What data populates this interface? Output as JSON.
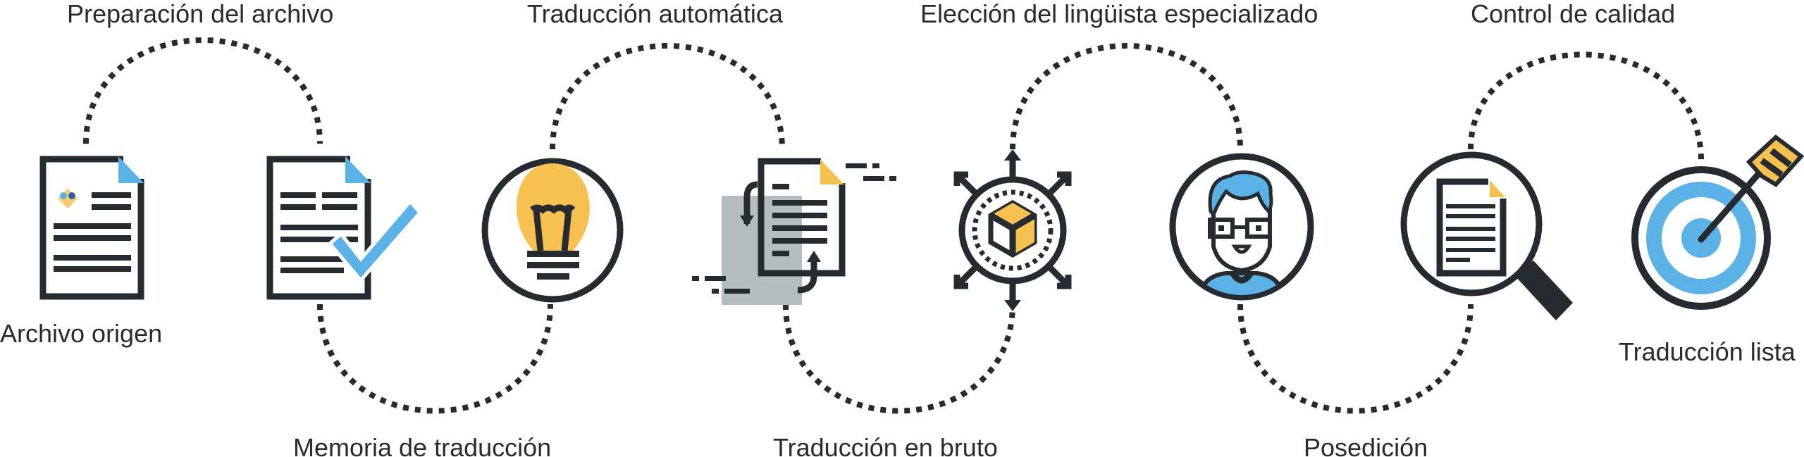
{
  "steps": {
    "top": [
      "Preparación del archivo",
      "Traducción automática",
      "Elección del lingüista especializado",
      "Control de calidad"
    ],
    "bottom": [
      "Archivo origen",
      "Memoria de traducción",
      "Traducción en bruto",
      "Posedición",
      "Traducción lista"
    ]
  },
  "icons": [
    "document-icon",
    "document-check-icon",
    "lightbulb-icon",
    "document-translate-icon",
    "cube-expand-icon",
    "linguist-avatar-icon",
    "magnifier-document-icon",
    "target-arrow-icon"
  ],
  "colors": {
    "dark": "#262b30",
    "blue": "#5ab2e6",
    "yellow": "#f6c14e",
    "gray": "#b6bdbf"
  }
}
